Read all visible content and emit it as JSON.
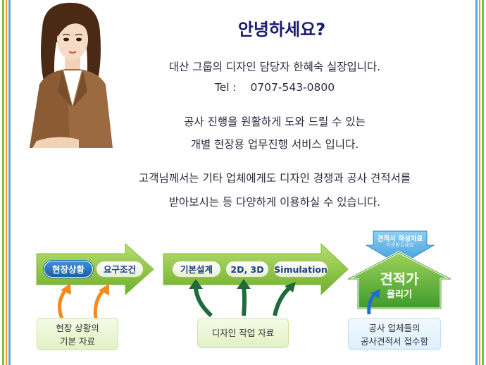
{
  "greeting": {
    "title": "안녕하세요?",
    "intro": "대산 그룹의 디자인 담당자 한혜숙 실장입니다.",
    "tel_label": "Tel :",
    "tel_number": "0707-543-0800"
  },
  "body_text": {
    "line1": "공사 진행을 원활하게 도와 드릴 수 있는",
    "line2": "개별 현장용 업무진행 서비스 입니다.",
    "line3": "고객님께서는 기타 업체에게도 디자인 경쟁과 공사 견적서를",
    "line4": "받아보시는 등 다양하게 이용하실 수 있습니다."
  },
  "flow": {
    "stage1": {
      "item1": "현장상황",
      "item2": "요구조건",
      "note_line1": "현장 상황의",
      "note_line2": "기본 자료"
    },
    "stage2": {
      "item1": "기본설계",
      "item2": "2D, 3D",
      "item3": "Simulation",
      "note": "디자인 작업 자료"
    },
    "stage3": {
      "top_label": "견적서 작성자료",
      "top_sub": "다운받으세요",
      "house_title": "견적가",
      "house_sub": "올리기",
      "note_line1": "공사 업체들의",
      "note_line2": "공사견적서 접수함"
    }
  },
  "colors": {
    "arrow_green": "#8cc63f",
    "pill_blue": "#1b5fae",
    "curved_orange": "#f28a1e",
    "curved_green": "#1e6b3a",
    "curved_blue": "#1f6fc4",
    "title_navy": "#1a1a6e"
  },
  "decor": {
    "illustration": "woman-portrait-illustration"
  }
}
